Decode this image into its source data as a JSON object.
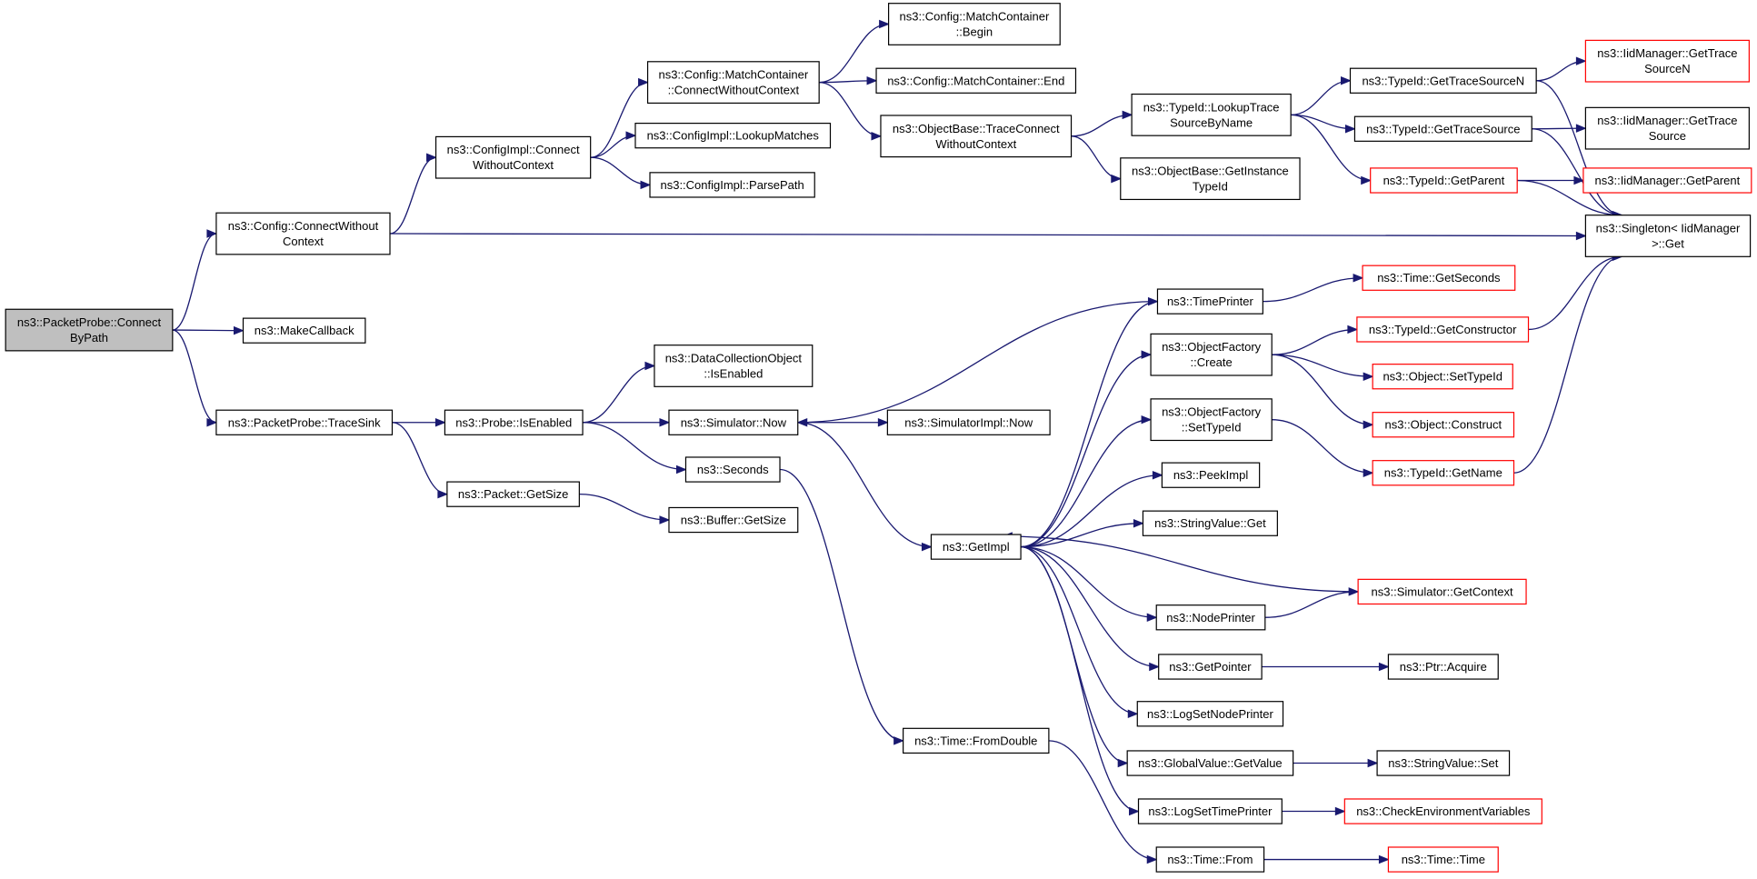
{
  "graph": {
    "colors": {
      "edge": "#191970",
      "truncated_border": "#ff0000",
      "normal_border": "#000000",
      "root_fill": "#bfbfbf"
    },
    "nodes": {
      "root": {
        "lines": [
          "ns3::PacketProbe::Connect",
          "ByPath"
        ],
        "truncated": false
      },
      "config_cwc": {
        "lines": [
          "ns3::Config::ConnectWithout",
          "Context"
        ],
        "truncated": false
      },
      "make_callback": {
        "lines": [
          "ns3::MakeCallback"
        ],
        "truncated": false
      },
      "trace_sink": {
        "lines": [
          "ns3::PacketProbe::TraceSink"
        ],
        "truncated": false
      },
      "configimpl_cwc": {
        "lines": [
          "ns3::ConfigImpl::Connect",
          "WithoutContext"
        ],
        "truncated": false
      },
      "mc_cwc": {
        "lines": [
          "ns3::Config::MatchContainer",
          "::ConnectWithoutContext"
        ],
        "truncated": false
      },
      "lookup_matches": {
        "lines": [
          "ns3::ConfigImpl::LookupMatches"
        ],
        "truncated": false
      },
      "parse_path": {
        "lines": [
          "ns3::ConfigImpl::ParsePath"
        ],
        "truncated": false
      },
      "mc_begin": {
        "lines": [
          "ns3::Config::MatchContainer",
          "::Begin"
        ],
        "truncated": false
      },
      "mc_end": {
        "lines": [
          "ns3::Config::MatchContainer::End"
        ],
        "truncated": false
      },
      "ob_tcwc": {
        "lines": [
          "ns3::ObjectBase::TraceConnect",
          "WithoutContext"
        ],
        "truncated": false
      },
      "lookup_trace": {
        "lines": [
          "ns3::TypeId::LookupTrace",
          "SourceByName"
        ],
        "truncated": false
      },
      "ob_git": {
        "lines": [
          "ns3::ObjectBase::GetInstance",
          "TypeId"
        ],
        "truncated": false
      },
      "get_tsn": {
        "lines": [
          "ns3::TypeId::GetTraceSourceN"
        ],
        "truncated": false
      },
      "get_ts": {
        "lines": [
          "ns3::TypeId::GetTraceSource"
        ],
        "truncated": false
      },
      "get_parent": {
        "lines": [
          "ns3::TypeId::GetParent"
        ],
        "truncated": true
      },
      "iid_gtsn": {
        "lines": [
          "ns3::IidManager::GetTrace",
          "SourceN"
        ],
        "truncated": true
      },
      "iid_gts": {
        "lines": [
          "ns3::IidManager::GetTrace",
          "Source"
        ],
        "truncated": false
      },
      "iid_gp": {
        "lines": [
          "ns3::IidManager::GetParent"
        ],
        "truncated": true
      },
      "singleton": {
        "lines": [
          "ns3::Singleton< IidManager",
          " >::Get"
        ],
        "truncated": false
      },
      "probe_enabled": {
        "lines": [
          "ns3::Probe::IsEnabled"
        ],
        "truncated": false
      },
      "packet_getsize": {
        "lines": [
          "ns3::Packet::GetSize"
        ],
        "truncated": false
      },
      "dco_enabled": {
        "lines": [
          "ns3::DataCollectionObject",
          "::IsEnabled"
        ],
        "truncated": false
      },
      "sim_now": {
        "lines": [
          "ns3::Simulator::Now"
        ],
        "truncated": false
      },
      "seconds": {
        "lines": [
          "ns3::Seconds"
        ],
        "truncated": false
      },
      "buffer_getsize": {
        "lines": [
          "ns3::Buffer::GetSize"
        ],
        "truncated": false
      },
      "simimpl_now": {
        "lines": [
          "ns3::SimulatorImpl::Now"
        ],
        "truncated": false
      },
      "getimpl": {
        "lines": [
          "ns3::GetImpl"
        ],
        "truncated": false
      },
      "time_fromdouble": {
        "lines": [
          "ns3::Time::FromDouble"
        ],
        "truncated": false
      },
      "time_printer": {
        "lines": [
          "ns3::TimePrinter"
        ],
        "truncated": false
      },
      "of_create": {
        "lines": [
          "ns3::ObjectFactory",
          "::Create"
        ],
        "truncated": false
      },
      "of_settypeid": {
        "lines": [
          "ns3::ObjectFactory",
          "::SetTypeId"
        ],
        "truncated": false
      },
      "peekimpl": {
        "lines": [
          "ns3::PeekImpl"
        ],
        "truncated": false
      },
      "stringvalue_get": {
        "lines": [
          "ns3::StringValue::Get"
        ],
        "truncated": false
      },
      "node_printer": {
        "lines": [
          "ns3::NodePrinter"
        ],
        "truncated": false
      },
      "get_pointer": {
        "lines": [
          "ns3::GetPointer"
        ],
        "truncated": false
      },
      "log_snp": {
        "lines": [
          "ns3::LogSetNodePrinter"
        ],
        "truncated": false
      },
      "gv_getvalue": {
        "lines": [
          "ns3::GlobalValue::GetValue"
        ],
        "truncated": false
      },
      "log_stp": {
        "lines": [
          "ns3::LogSetTimePrinter"
        ],
        "truncated": false
      },
      "time_from": {
        "lines": [
          "ns3::Time::From"
        ],
        "truncated": false
      },
      "time_getseconds": {
        "lines": [
          "ns3::Time::GetSeconds"
        ],
        "truncated": true
      },
      "tid_getconstructor": {
        "lines": [
          "ns3::TypeId::GetConstructor"
        ],
        "truncated": true
      },
      "obj_settypeid": {
        "lines": [
          "ns3::Object::SetTypeId"
        ],
        "truncated": true
      },
      "obj_construct": {
        "lines": [
          "ns3::Object::Construct"
        ],
        "truncated": true
      },
      "tid_getname": {
        "lines": [
          "ns3::TypeId::GetName"
        ],
        "truncated": true
      },
      "sim_getcontext": {
        "lines": [
          "ns3::Simulator::GetContext"
        ],
        "truncated": true
      },
      "ptr_acquire": {
        "lines": [
          "ns3::Ptr::Acquire"
        ],
        "truncated": false
      },
      "stringvalue_set": {
        "lines": [
          "ns3::StringValue::Set"
        ],
        "truncated": false
      },
      "check_env": {
        "lines": [
          "ns3::CheckEnvironmentVariables"
        ],
        "truncated": true
      },
      "time_time": {
        "lines": [
          "ns3::Time::Time"
        ],
        "truncated": true
      }
    },
    "edges": [
      [
        "root",
        "config_cwc"
      ],
      [
        "root",
        "make_callback"
      ],
      [
        "root",
        "trace_sink"
      ],
      [
        "config_cwc",
        "configimpl_cwc"
      ],
      [
        "config_cwc",
        "singleton"
      ],
      [
        "configimpl_cwc",
        "mc_cwc"
      ],
      [
        "configimpl_cwc",
        "lookup_matches"
      ],
      [
        "configimpl_cwc",
        "parse_path"
      ],
      [
        "mc_cwc",
        "mc_begin"
      ],
      [
        "mc_cwc",
        "mc_end"
      ],
      [
        "mc_cwc",
        "ob_tcwc"
      ],
      [
        "ob_tcwc",
        "lookup_trace"
      ],
      [
        "ob_tcwc",
        "ob_git"
      ],
      [
        "lookup_trace",
        "get_tsn"
      ],
      [
        "lookup_trace",
        "get_ts"
      ],
      [
        "lookup_trace",
        "get_parent"
      ],
      [
        "get_tsn",
        "iid_gtsn"
      ],
      [
        "get_tsn",
        "singleton"
      ],
      [
        "get_ts",
        "iid_gts"
      ],
      [
        "get_ts",
        "singleton"
      ],
      [
        "get_parent",
        "iid_gp"
      ],
      [
        "get_parent",
        "singleton"
      ],
      [
        "trace_sink",
        "probe_enabled"
      ],
      [
        "trace_sink",
        "packet_getsize"
      ],
      [
        "probe_enabled",
        "dco_enabled"
      ],
      [
        "probe_enabled",
        "sim_now"
      ],
      [
        "probe_enabled",
        "seconds"
      ],
      [
        "packet_getsize",
        "buffer_getsize"
      ],
      [
        "sim_now",
        "simimpl_now"
      ],
      [
        "sim_now",
        "getimpl"
      ],
      [
        "seconds",
        "time_fromdouble"
      ],
      [
        "time_fromdouble",
        "time_from"
      ],
      [
        "time_printer",
        "sim_now"
      ],
      [
        "time_printer",
        "time_getseconds"
      ],
      [
        "getimpl",
        "time_printer"
      ],
      [
        "getimpl",
        "of_create"
      ],
      [
        "getimpl",
        "of_settypeid"
      ],
      [
        "getimpl",
        "peekimpl"
      ],
      [
        "getimpl",
        "stringvalue_get"
      ],
      [
        "getimpl",
        "node_printer"
      ],
      [
        "getimpl",
        "get_pointer"
      ],
      [
        "getimpl",
        "log_snp"
      ],
      [
        "getimpl",
        "gv_getvalue"
      ],
      [
        "getimpl",
        "log_stp"
      ],
      [
        "of_create",
        "tid_getconstructor"
      ],
      [
        "of_create",
        "obj_settypeid"
      ],
      [
        "of_create",
        "obj_construct"
      ],
      [
        "of_settypeid",
        "tid_getname"
      ],
      [
        "tid_getconstructor",
        "singleton"
      ],
      [
        "tid_getname",
        "singleton"
      ],
      [
        "node_printer",
        "sim_getcontext"
      ],
      [
        "sim_getcontext",
        "getimpl"
      ],
      [
        "get_pointer",
        "ptr_acquire"
      ],
      [
        "gv_getvalue",
        "stringvalue_set"
      ],
      [
        "log_stp",
        "check_env"
      ],
      [
        "time_from",
        "time_time"
      ]
    ]
  }
}
